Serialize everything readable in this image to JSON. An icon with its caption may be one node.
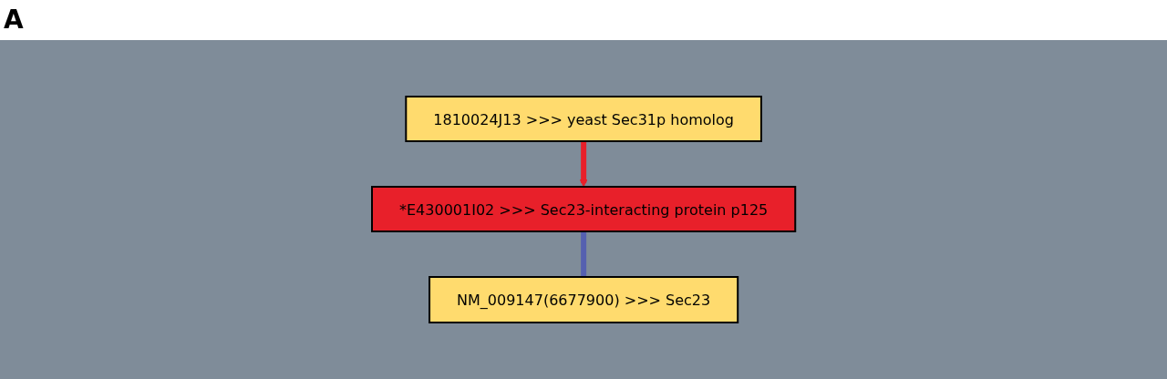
{
  "diagram": {
    "nodes": [
      {
        "text": [
          "*E430001I02 >>> Sec23-interacting protein p125"
        ]
      },
      {
        "text": [
          "1810024J13 >>> yeast Sec31p homolog"
        ]
      },
      {
        "text": [
          "NM_009147(6677900) >>> Sec23"
        ]
      }
    ],
    "edges": [
      {
        "from": 1,
        "to": 0,
        "arrow": "to",
        "color": "#e8202a"
      },
      {
        "from": 0,
        "to": 2,
        "arrow": "none",
        "color": "#5560b0"
      }
    ],
    "labels": [
      "A"
    ]
  }
}
